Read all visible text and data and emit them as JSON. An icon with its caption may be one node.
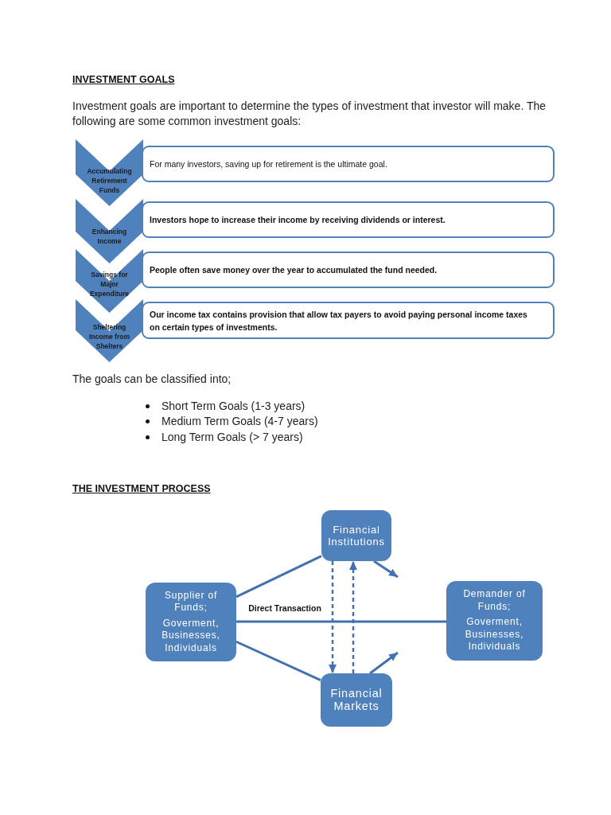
{
  "diagram": {
    "nodes": [
      {
        "text": [
          "Accumulating Retirement Funds"
        ]
      },
      {
        "text": [
          "For many investors, saving up for retirement is the ultimate goal."
        ]
      },
      {
        "text": [
          "Enhancing Income"
        ]
      },
      {
        "text": [
          "Investors hope to increase their income by receiving dividends or interest."
        ]
      },
      {
        "text": [
          "Savings for Major Expenditure"
        ]
      },
      {
        "text": [
          "People often save money over the year to accumulated the fund needed."
        ]
      },
      {
        "text": [
          "Sheltering Income from Shelters"
        ]
      },
      {
        "text": [
          "Our income tax contains provision that allow tax payers to avoid paying personal income taxes on certain types of investments."
        ]
      },
      {
        "text": [
          "Financial Institutions"
        ]
      },
      {
        "text": [
          "Supplier of Funds;",
          "Goverment, Businesses, Individuals"
        ]
      },
      {
        "text": [
          "Demander of Funds;",
          "Goverment, Businesses, Individuals"
        ]
      },
      {
        "text": [
          "Financial Markets"
        ]
      }
    ],
    "edges": [
      {
        "from": 9,
        "to": 8,
        "arrow": "none"
      },
      {
        "from": 8,
        "to": null,
        "arrow": "to"
      },
      {
        "from": 9,
        "to": 10,
        "arrow": "none",
        "label": "Direct Transaction"
      },
      {
        "from": 9,
        "to": 11,
        "arrow": "none"
      },
      {
        "from": 11,
        "to": null,
        "arrow": "to"
      },
      {
        "from": 8,
        "to": 11,
        "arrow": "to",
        "style": "dashed"
      },
      {
        "from": 11,
        "to": 8,
        "arrow": "to",
        "style": "dashed"
      }
    ],
    "labels": [
      "INVESTMENT GOALS",
      "Investment goals are important to determine the types of investment that investor will make. The following are some common investment goals:",
      "The goals can be classified into;",
      "Short Term Goals (1-3 years)",
      "Medium Term Goals (4-7 years)",
      "Long Term Goals (> 7 years)",
      "THE INVESTMENT PROCESS"
    ]
  }
}
